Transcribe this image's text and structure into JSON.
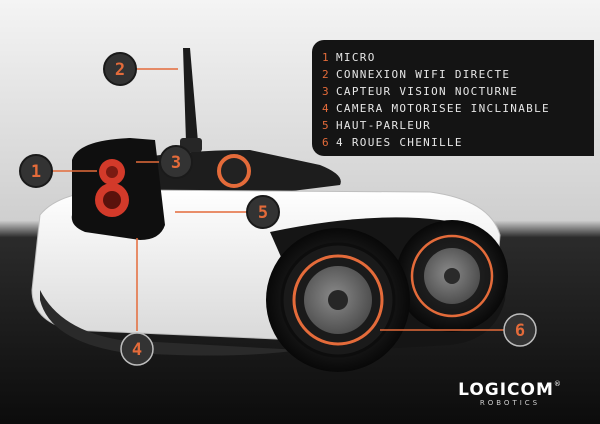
{
  "legend": {
    "items": [
      {
        "num": "1",
        "label": "MICRO"
      },
      {
        "num": "2",
        "label": "CONNEXION WIFI DIRECTE"
      },
      {
        "num": "3",
        "label": "CAPTEUR VISION NOCTURNE"
      },
      {
        "num": "4",
        "label": "CAMERA MOTORISEE INCLINABLE"
      },
      {
        "num": "5",
        "label": "HAUT-PARLEUR"
      },
      {
        "num": "6",
        "label": "4 ROUES CHENILLE"
      }
    ]
  },
  "callouts": {
    "c1": "1",
    "c2": "2",
    "c3": "3",
    "c4": "4",
    "c5": "5",
    "c6": "6"
  },
  "brand": {
    "name": "LOGICOM",
    "reg": "®",
    "sub": "ROBOTICS"
  },
  "colors": {
    "accent": "#e46b3a",
    "badge_fill": "#333333",
    "legend_bg": "#141414"
  }
}
